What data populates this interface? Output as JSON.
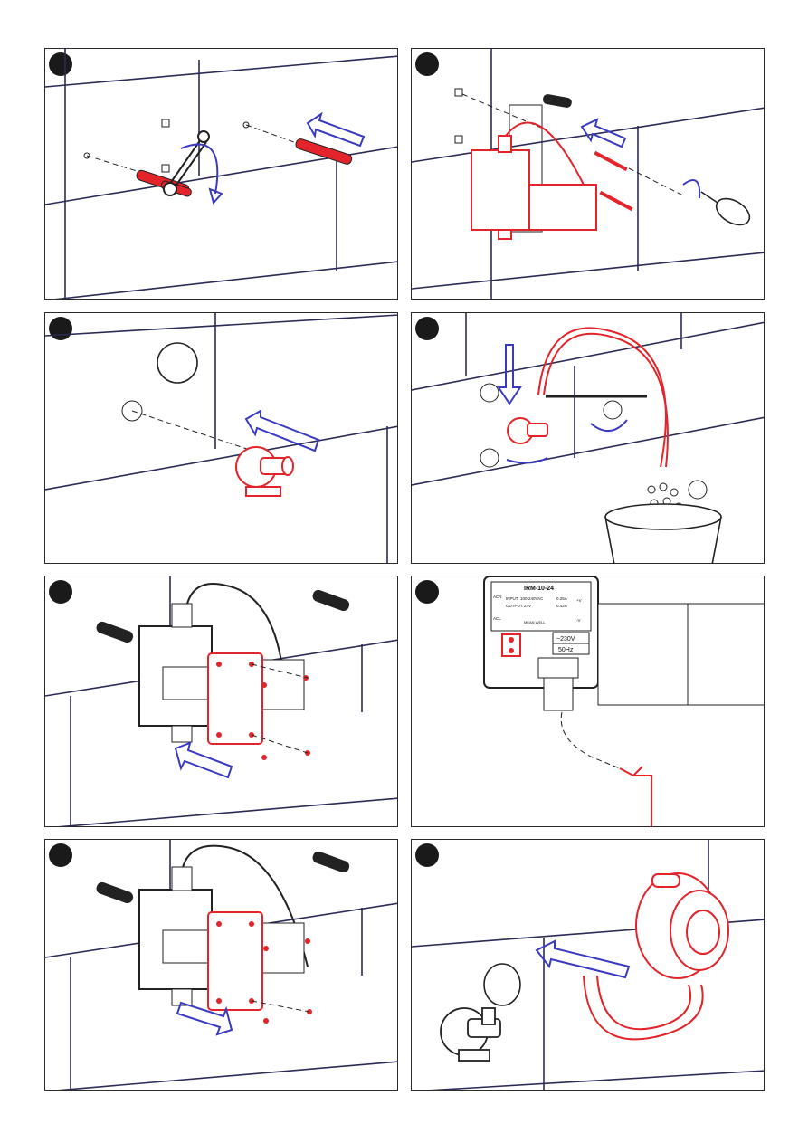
{
  "colors": {
    "part_red": "#e3242b",
    "arrow_blue": "#3a3ac0",
    "line_dark": "#222222",
    "tile_line": "#2b2b55"
  },
  "panels": [
    {
      "id": 1,
      "content": "wall plugs inserted, wrench tightening, screws"
    },
    {
      "id": 2,
      "content": "mounting electronic box and flush unit with screws"
    },
    {
      "id": 3,
      "content": "angle valve inserted into wall"
    },
    {
      "id": 4,
      "content": "hose connection and flushing into bucket"
    },
    {
      "id": 5,
      "content": "cover plate removed with screws"
    },
    {
      "id": 6,
      "content": "power supply label and wiring"
    },
    {
      "id": 7,
      "content": "cover plate reinstalled with screws"
    },
    {
      "id": 8,
      "content": "siphon inserted into wall"
    }
  ],
  "power_supply": {
    "model": "IRM-10-24",
    "input_label": "INPUT:",
    "input_value": "100-240VAC",
    "input_current": "0.25A",
    "output_label": "OUTPUT:",
    "output_value": "24V",
    "output_current": "0.42A",
    "acn": "ACN",
    "acl": "ACL",
    "v_plus": "+V",
    "v_minus": "-V",
    "voltage_tag": "~230V",
    "freq_tag": "50Hz",
    "made_in": "MEAN WELL"
  }
}
